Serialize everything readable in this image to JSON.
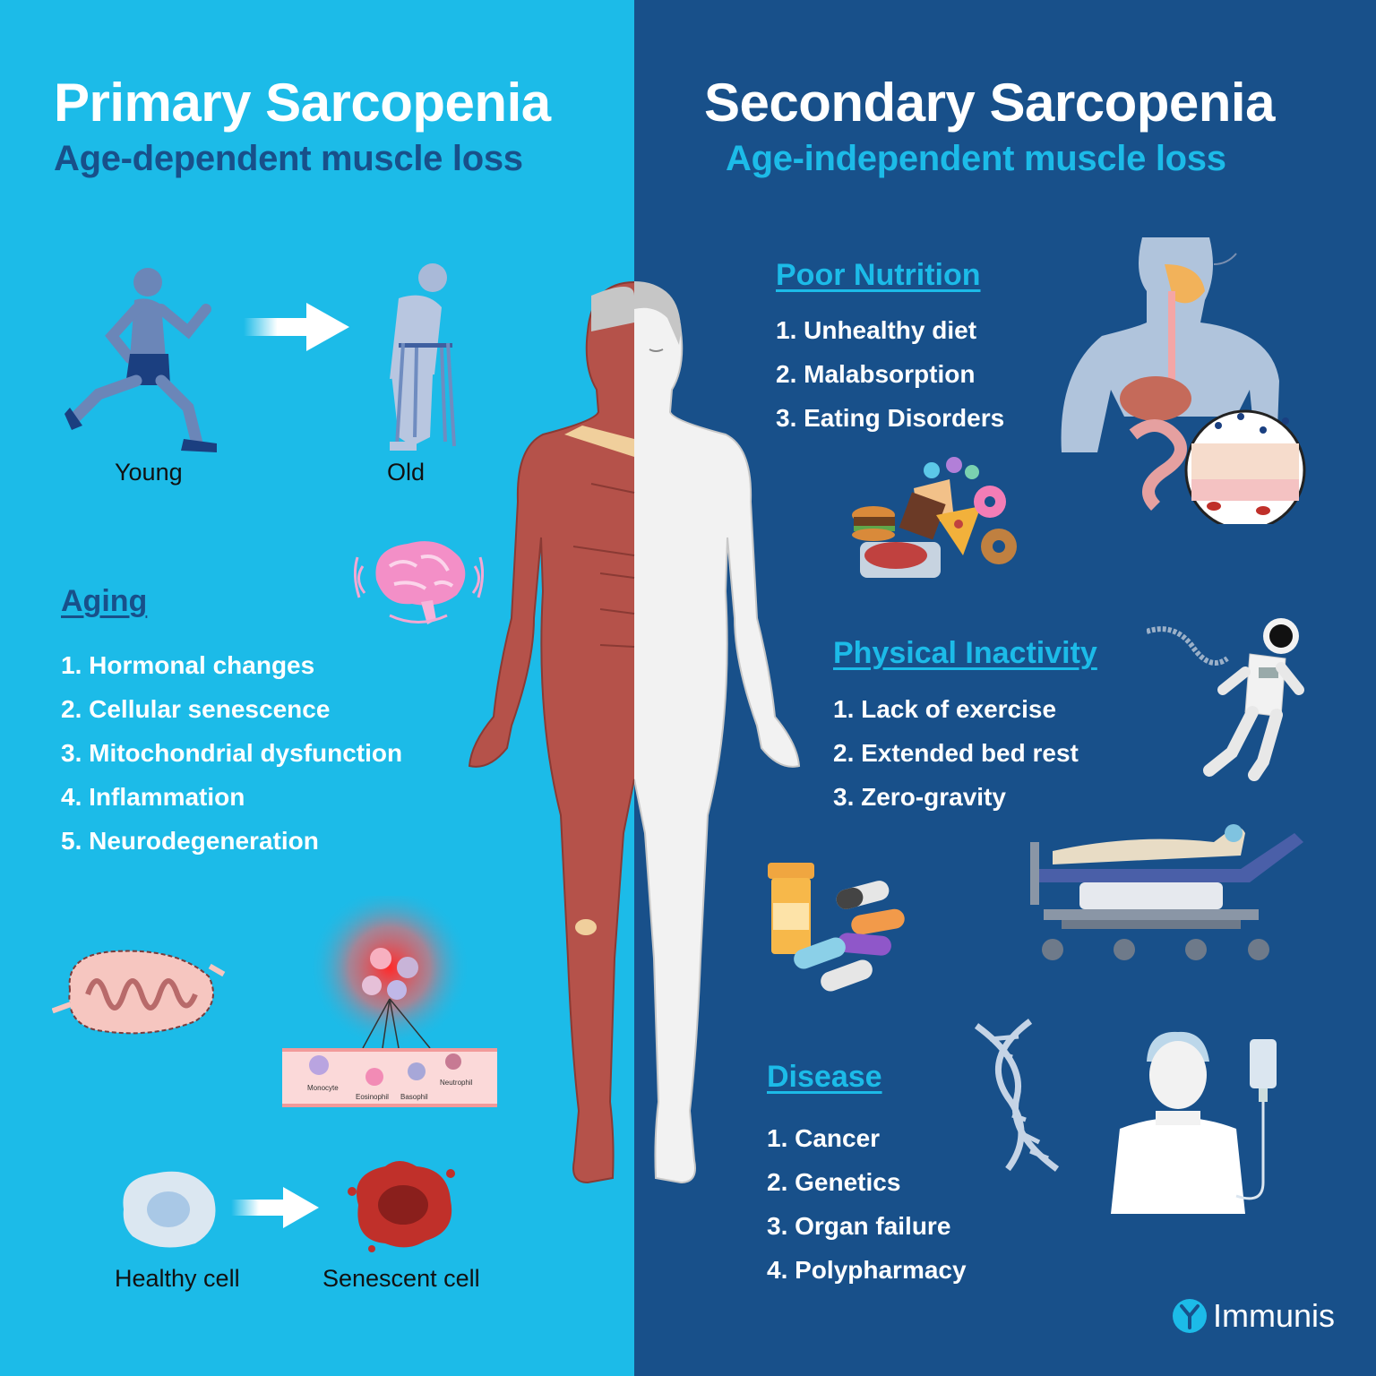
{
  "colors": {
    "left_bg": "#1cbbe8",
    "right_bg": "#18508a",
    "left_subtitle": "#18508a",
    "right_subtitle": "#1cbbe8",
    "left_section_heading": "#18508a",
    "right_section_heading": "#1cbbe8",
    "muscle_red": "#b5524a",
    "skin_white": "#f2f2f2"
  },
  "primary": {
    "title": "Primary Sarcopenia",
    "subtitle": "Age-dependent muscle loss",
    "progression": {
      "from_label": "Young",
      "to_label": "Old"
    },
    "aging": {
      "heading": "Aging",
      "items": [
        "1. Hormonal changes",
        "2. Cellular senescence",
        "3. Mitochondrial dysfunction",
        "4. Inflammation",
        "5. Neurodegeneration"
      ]
    },
    "inflammation_cells": [
      "Monocyte",
      "Eosinophil",
      "Basophil",
      "Neutrophil"
    ],
    "cell_progression": {
      "from_label": "Healthy cell",
      "to_label": "Senescent cell"
    }
  },
  "secondary": {
    "title": "Secondary Sarcopenia",
    "subtitle": "Age-independent muscle loss",
    "poor_nutrition": {
      "heading": "Poor Nutrition",
      "items": [
        "1. Unhealthy diet",
        "2. Malabsorption",
        "3. Eating Disorders"
      ]
    },
    "physical_inactivity": {
      "heading": "Physical Inactivity",
      "items": [
        "1.  Lack of exercise",
        "2.  Extended bed rest",
        "3.  Zero-gravity"
      ]
    },
    "disease": {
      "heading": "Disease",
      "items": [
        "1. Cancer",
        "2. Genetics",
        "3. Organ failure",
        "4. Polypharmacy"
      ]
    }
  },
  "brand": {
    "logo_text": "Immunis"
  }
}
